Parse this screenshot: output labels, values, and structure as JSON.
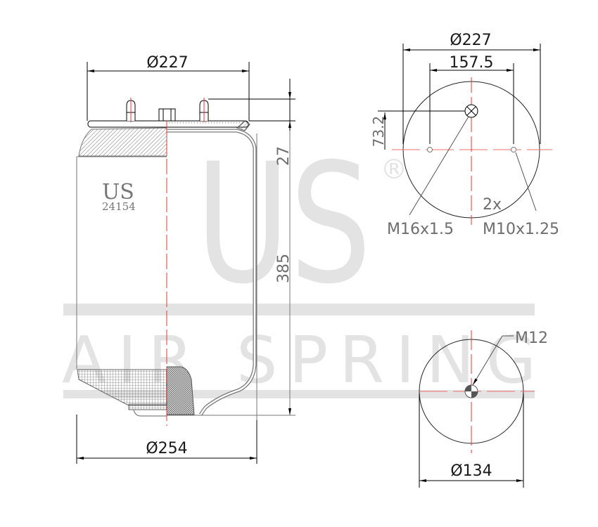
{
  "watermark": {
    "logo": "US",
    "registered": "®",
    "tagline": "AIR SPRING"
  },
  "side_view": {
    "brand": "US",
    "part_number": "24154",
    "dimensions": {
      "top_diameter": "Ø227",
      "bottom_diameter": "Ø254",
      "stud_height": "27",
      "overall_height": "385"
    }
  },
  "top_view": {
    "dimensions": {
      "plate_diameter": "Ø227",
      "stud_spacing": "157.5",
      "air_inlet_offset": "73.2"
    },
    "labels": {
      "air_inlet_thread": "M16x1.5",
      "stud_count": "2x",
      "stud_thread": "M10x1.25"
    }
  },
  "bottom_view": {
    "dimensions": {
      "piston_diameter": "Ø134"
    },
    "labels": {
      "bottom_thread": "M12"
    }
  },
  "colors": {
    "centerline": "#e23a3a",
    "outline": "#000000",
    "body_line": "#777777",
    "watermark": "#e3e3e3"
  }
}
